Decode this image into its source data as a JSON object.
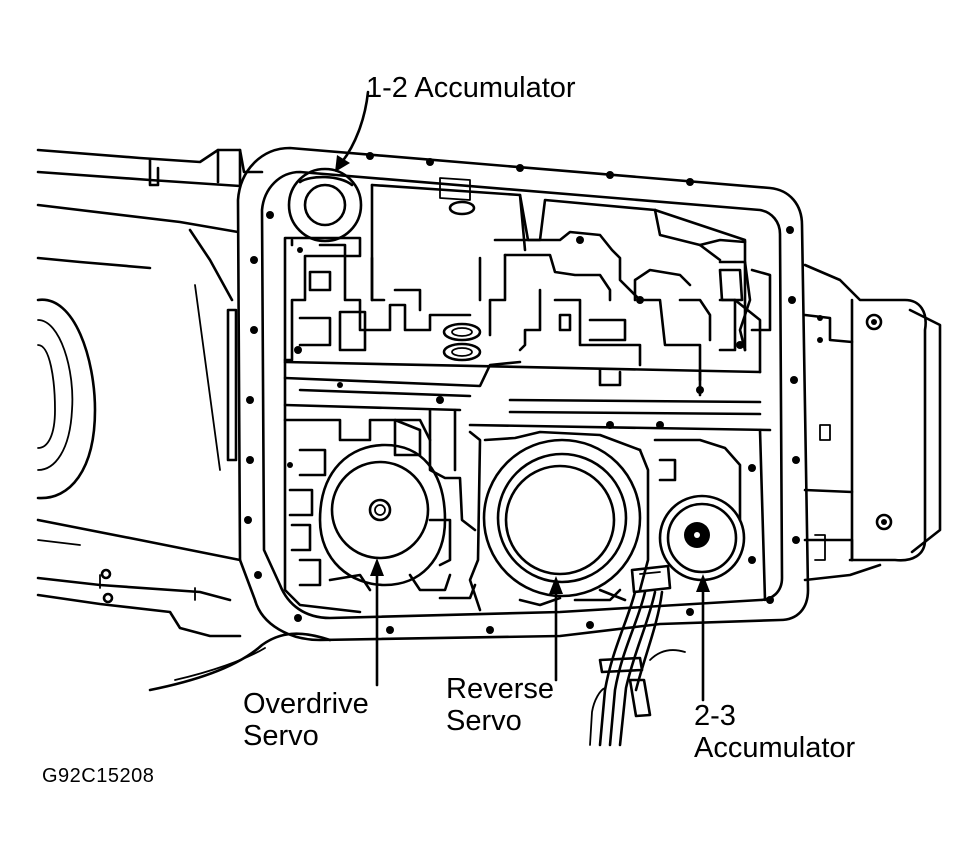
{
  "labels": {
    "accumulator_1_2": "1-2 Accumulator",
    "overdrive_servo_line1": "Overdrive",
    "overdrive_servo_line2": "Servo",
    "reverse_servo_line1": "Reverse",
    "reverse_servo_line2": "Servo",
    "accumulator_2_3_line1": "2-3",
    "accumulator_2_3_line2": "Accumulator"
  },
  "figure_id": "G92C15208"
}
